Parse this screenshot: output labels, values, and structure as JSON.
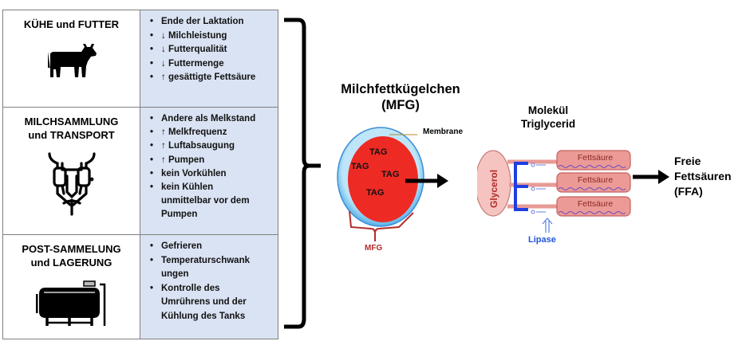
{
  "categories": [
    {
      "title_lines": [
        "KÜHE und FUTTER"
      ],
      "icon": "cow-icon",
      "factors": [
        {
          "arrow": "",
          "text": "Ende der Laktation"
        },
        {
          "arrow": "↓",
          "text": "Milchleistung"
        },
        {
          "arrow": "↓",
          "text": "Futterqualität"
        },
        {
          "arrow": "↓",
          "text": "Futtermenge"
        },
        {
          "arrow": "↑",
          "text": "gesättigte Fettsäure"
        }
      ]
    },
    {
      "title_lines": [
        "MILCHSAMMLUNG",
        "und TRANSPORT"
      ],
      "icon": "milking-cluster-icon",
      "factors": [
        {
          "arrow": "",
          "text": "Andere als Melkstand"
        },
        {
          "arrow": "↑",
          "text": "Melkfrequenz"
        },
        {
          "arrow": "↑",
          "text": "Luftabsaugung"
        },
        {
          "arrow": "↑",
          "text": "Pumpen"
        },
        {
          "arrow": "",
          "text": "kein Vorkühlen"
        },
        {
          "arrow": "",
          "text": "kein Kühlen",
          "continuation": [
            "unmittelbar vor dem",
            "Pumpen"
          ]
        }
      ]
    },
    {
      "title_lines": [
        "POST-SAMMELUNG",
        "und LAGERUNG"
      ],
      "icon": "storage-tank-icon",
      "factors": [
        {
          "arrow": "",
          "text": "Gefrieren"
        },
        {
          "arrow": "",
          "text": "Temperaturschwank",
          "continuation": [
            "ungen"
          ]
        },
        {
          "arrow": "",
          "text": "Kontrolle des",
          "continuation": [
            "Umrührens und der",
            "Kühlung des Tanks"
          ]
        }
      ]
    }
  ],
  "mfg": {
    "title_line1": "Milchfettkügelchen",
    "title_line2": "(MFG)",
    "membrane_label": "Membrane",
    "tag_labels": [
      "TAG",
      "TAG",
      "TAG",
      "TAG"
    ],
    "bottom_label": "MFG"
  },
  "triglyceride": {
    "title_line1": "Molekül",
    "title_line2": "Triglycerid",
    "glycerol_label": "Glycerol",
    "fatty_acid_labels": [
      "Fettsäure",
      "Fettsäure",
      "Fettsäure"
    ],
    "enzyme_label": "Lipase"
  },
  "result": {
    "line1": "Freie",
    "line2": "Fettsäuren",
    "line3": "(FFA)"
  },
  "colors": {
    "factor_cell_bg": "#dae3f3",
    "fat_core": "#ee2a24",
    "membrane": "#8fd0f0",
    "membrane_edge": "#3c8fd8",
    "mfg_bracket": "#b52b2b",
    "glycerol_fill": "#f5c4c0",
    "fatty_acid_fill": "#ec9a96",
    "ester_bond": "#1f3fe0",
    "lipase_text": "#2255dd"
  }
}
